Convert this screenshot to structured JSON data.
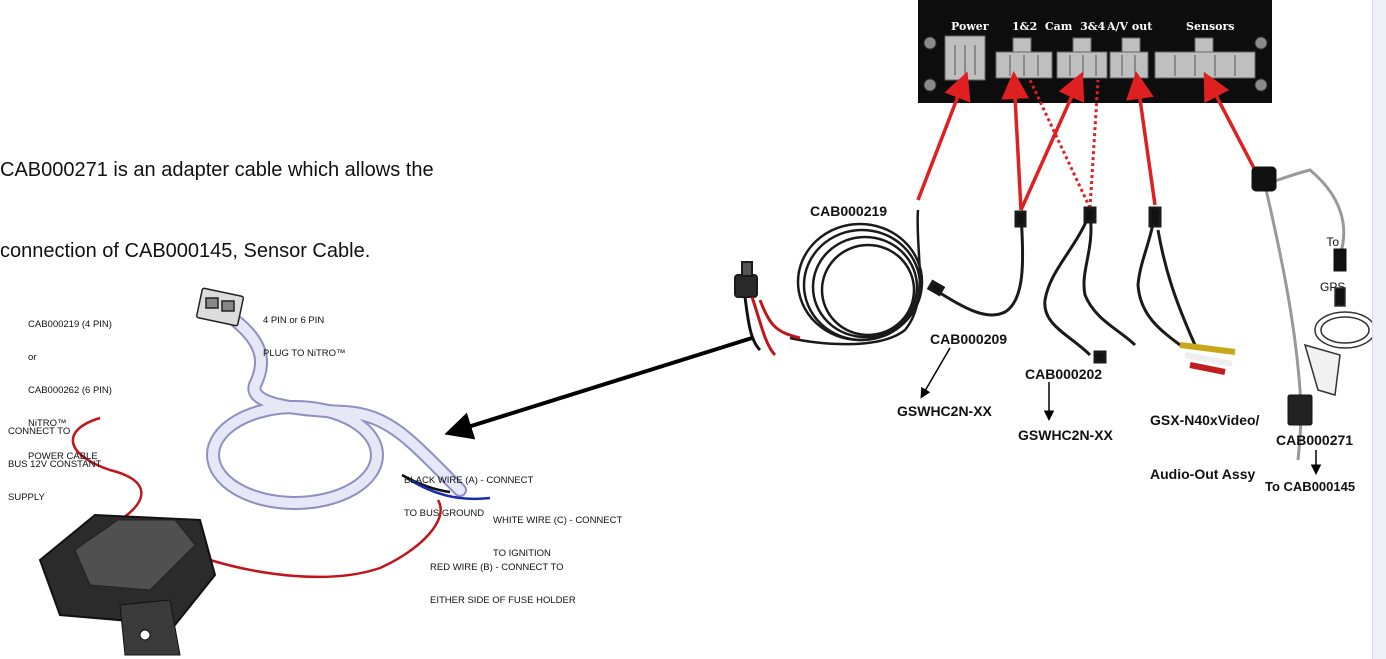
{
  "intro": {
    "line1": "CAB000271 is an adapter cable which allows the",
    "line2": "connection of CAB000145, Sensor Cable."
  },
  "harness": {
    "cable_name": [
      "CAB000219 (4 PIN)",
      "or",
      "CAB000262 (6 PIN)",
      "NiTRO™",
      "POWER CABLE"
    ],
    "plug_label": [
      "4 PIN or 6 PIN",
      "PLUG TO NiTRO™"
    ],
    "supply_label": [
      "CONNECT TO",
      "BUS 12V CONSTANT",
      "SUPPLY"
    ],
    "black_wire": [
      "BLACK WIRE (A) - CONNECT",
      "TO BUS GROUND"
    ],
    "white_wire": [
      "WHITE WIRE (C) - CONNECT",
      "TO IGNITION"
    ],
    "red_wire": [
      "RED WIRE (B) - CONNECT TO",
      "EITHER SIDE OF FUSE HOLDER"
    ]
  },
  "panel": {
    "headers": [
      "Power",
      "1&2  Cam  3&4",
      "A/V out",
      "Sensors"
    ]
  },
  "cables": {
    "cab219": "CAB000219",
    "cab209": "CAB000209",
    "cab209_target": "GSWHC2N-XX",
    "cab202": "CAB000202",
    "cab202_target": "GSWHC2N-XX",
    "gsx": [
      "GSX-N40xVideo/",
      "Audio-Out Assy"
    ],
    "gps": [
      "To",
      "GPS"
    ],
    "cab271": "CAB000271",
    "cab271_target": "To CAB000145"
  },
  "colors": {
    "arrow_red": "#e02020",
    "wire_red": "#c0151a",
    "wire_blue": "#1a2fb0",
    "panel_black": "#0d0d0d"
  }
}
